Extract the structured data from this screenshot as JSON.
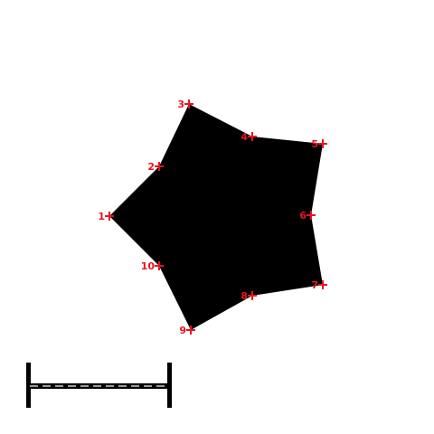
{
  "colors": {
    "background": "#ffffff",
    "shape_fill": "#000000",
    "marker": "#e8141e",
    "scale_bar": "#000000",
    "scale_dash": "#9a9a9a"
  },
  "points": [
    {
      "label": "1"
    },
    {
      "label": "2"
    },
    {
      "label": "3"
    },
    {
      "label": "4"
    },
    {
      "label": "5"
    },
    {
      "label": "6"
    },
    {
      "label": "7"
    },
    {
      "label": "8"
    },
    {
      "label": "9"
    },
    {
      "label": "10"
    }
  ]
}
